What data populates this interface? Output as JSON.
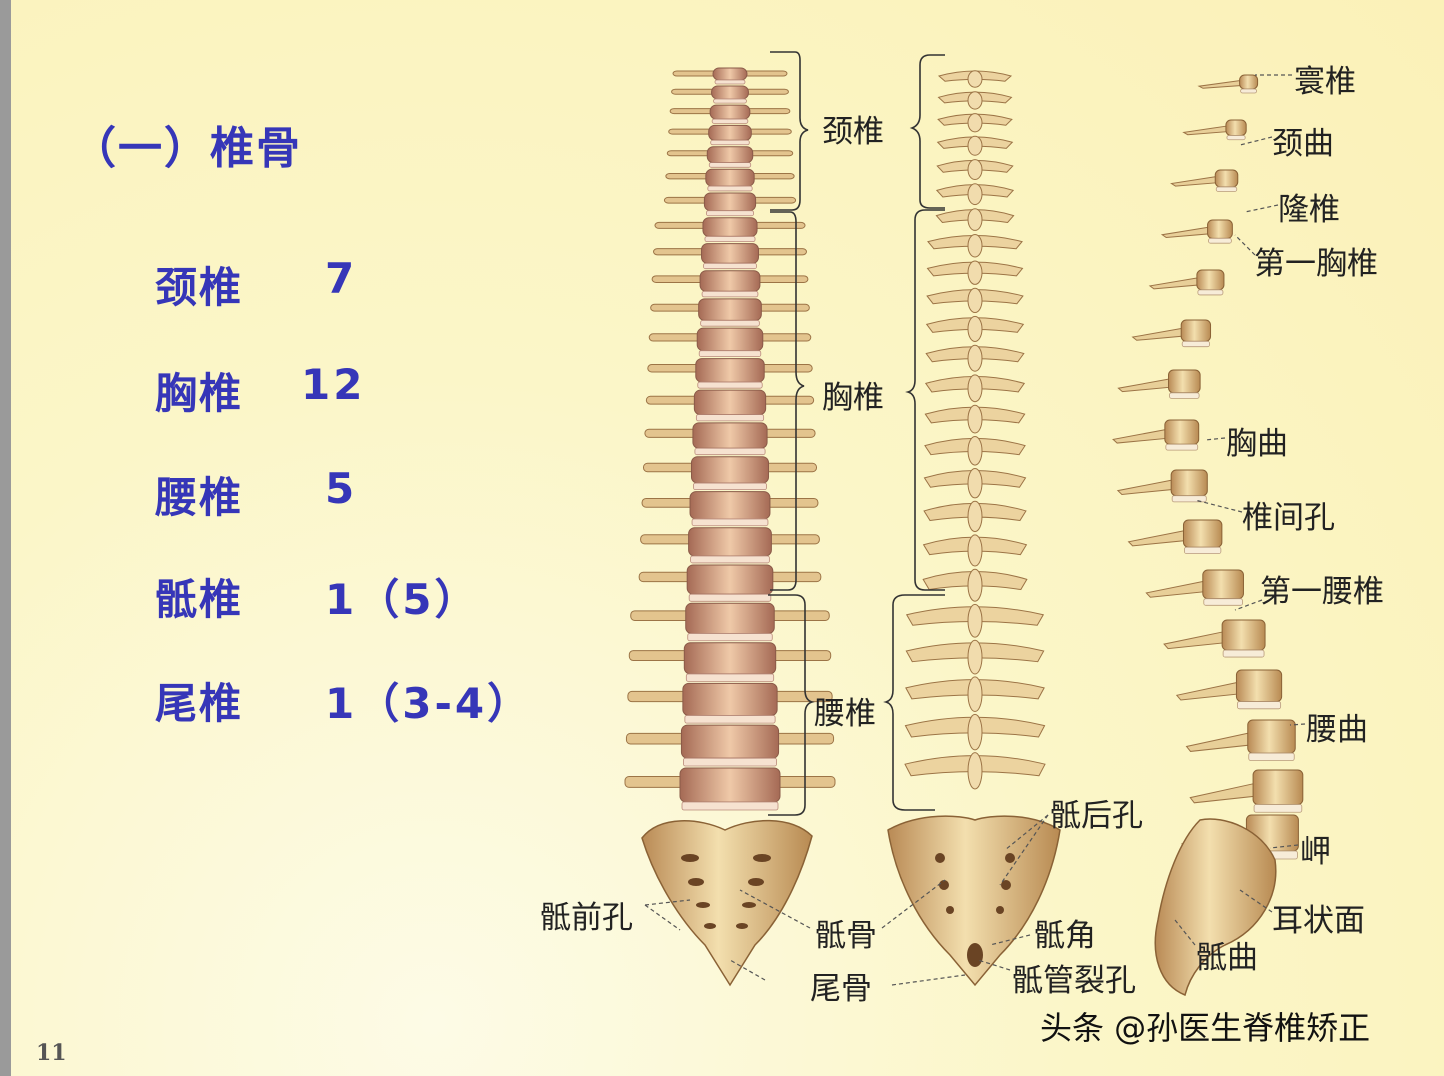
{
  "title": "（一）椎骨",
  "rows": [
    {
      "name": "颈椎",
      "count": "7"
    },
    {
      "name": "胸椎",
      "count": "12"
    },
    {
      "name": "腰椎",
      "count": "5"
    },
    {
      "name": "骶椎",
      "count": "1（5）"
    },
    {
      "name": "尾椎",
      "count": "1（3-4）"
    }
  ],
  "labels": {
    "front_cervical": "颈椎",
    "front_thoracic": "胸椎",
    "front_lumbar": "腰椎",
    "sacral_foramina_front": "骶前孔",
    "sacrum": "骶骨",
    "coccyx": "尾骨",
    "sacral_foramina_back": "骶后孔",
    "sacral_horn": "骶角",
    "sacral_hiatus": "骶管裂孔",
    "atlas": "寰椎",
    "cervical_curve": "颈曲",
    "prominens": "隆椎",
    "first_thoracic": "第一胸椎",
    "thoracic_curve": "胸曲",
    "intervertebral_foramen": "椎间孔",
    "first_lumbar": "第一腰椎",
    "lumbar_curve": "腰曲",
    "promontory": "岬",
    "auricular_surface": "耳状面",
    "sacral_curve": "骶曲"
  },
  "page_number": "11",
  "watermark": "头条 @孙医生脊椎矫正",
  "colors": {
    "text_blue": "#3636b8",
    "bone": "#e8cf98",
    "bone_dark": "#b88a52",
    "disc_pink": "#c98a7a"
  }
}
